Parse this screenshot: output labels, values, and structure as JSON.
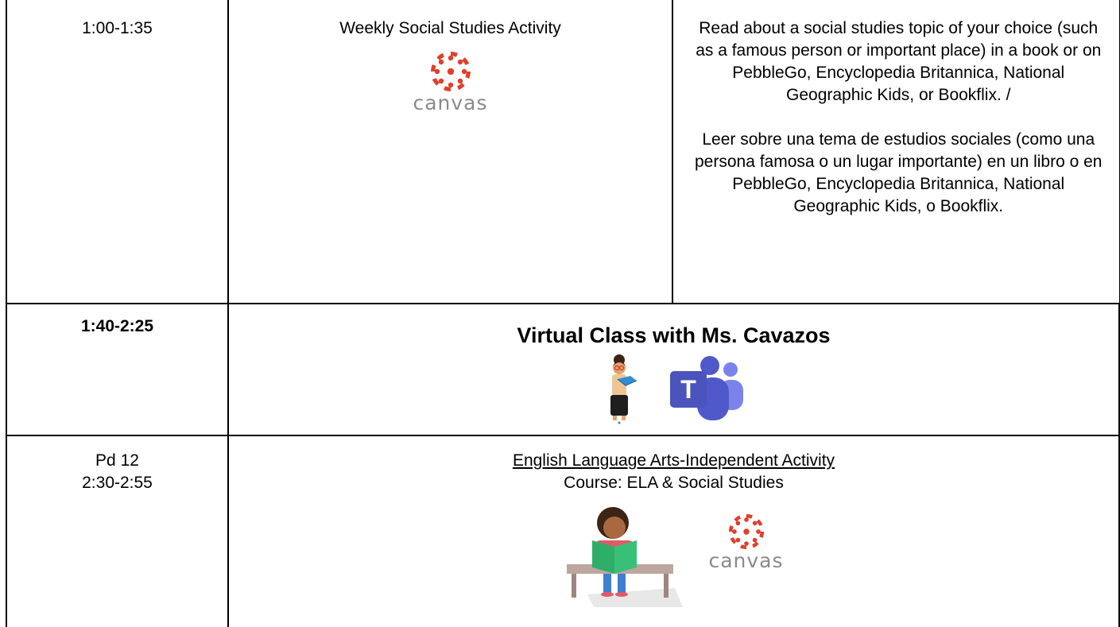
{
  "rows": [
    {
      "time": "1:00-1:35",
      "activity": "Weekly Social Studies Activity",
      "logo_icon": "canvas-logo",
      "logo_text": "canvas",
      "description_en": "Read about a social studies topic of your choice (such as a famous person or important place) in a book or on PebbleGo, Encyclopedia Britannica, National Geographic Kids, or Bookflix. /",
      "description_es": "Leer sobre una tema de estudios sociales (como una persona famosa o un lugar importante) en un libro o en PebbleGo, Encyclopedia Britannica, National Geographic Kids, o Bookflix."
    },
    {
      "time": "1:40-2:25",
      "activity": "Virtual Class with Ms. Cavazos",
      "icons": [
        "teacher-illustration-icon",
        "microsoft-teams-icon"
      ]
    },
    {
      "period": "Pd 12",
      "time": "2:30-2:55",
      "activity_link": "English Language Arts-Independent Activity",
      "course": "Course: ELA & Social Studies",
      "icons": [
        "student-reading-illustration-icon",
        "canvas-logo"
      ],
      "logo_text": "canvas"
    }
  ],
  "colors": {
    "canvas_red": "#e13f2b",
    "canvas_gray": "#8a8a8a",
    "teams_purple": "#5059c9",
    "teams_dark": "#4b53bc"
  }
}
